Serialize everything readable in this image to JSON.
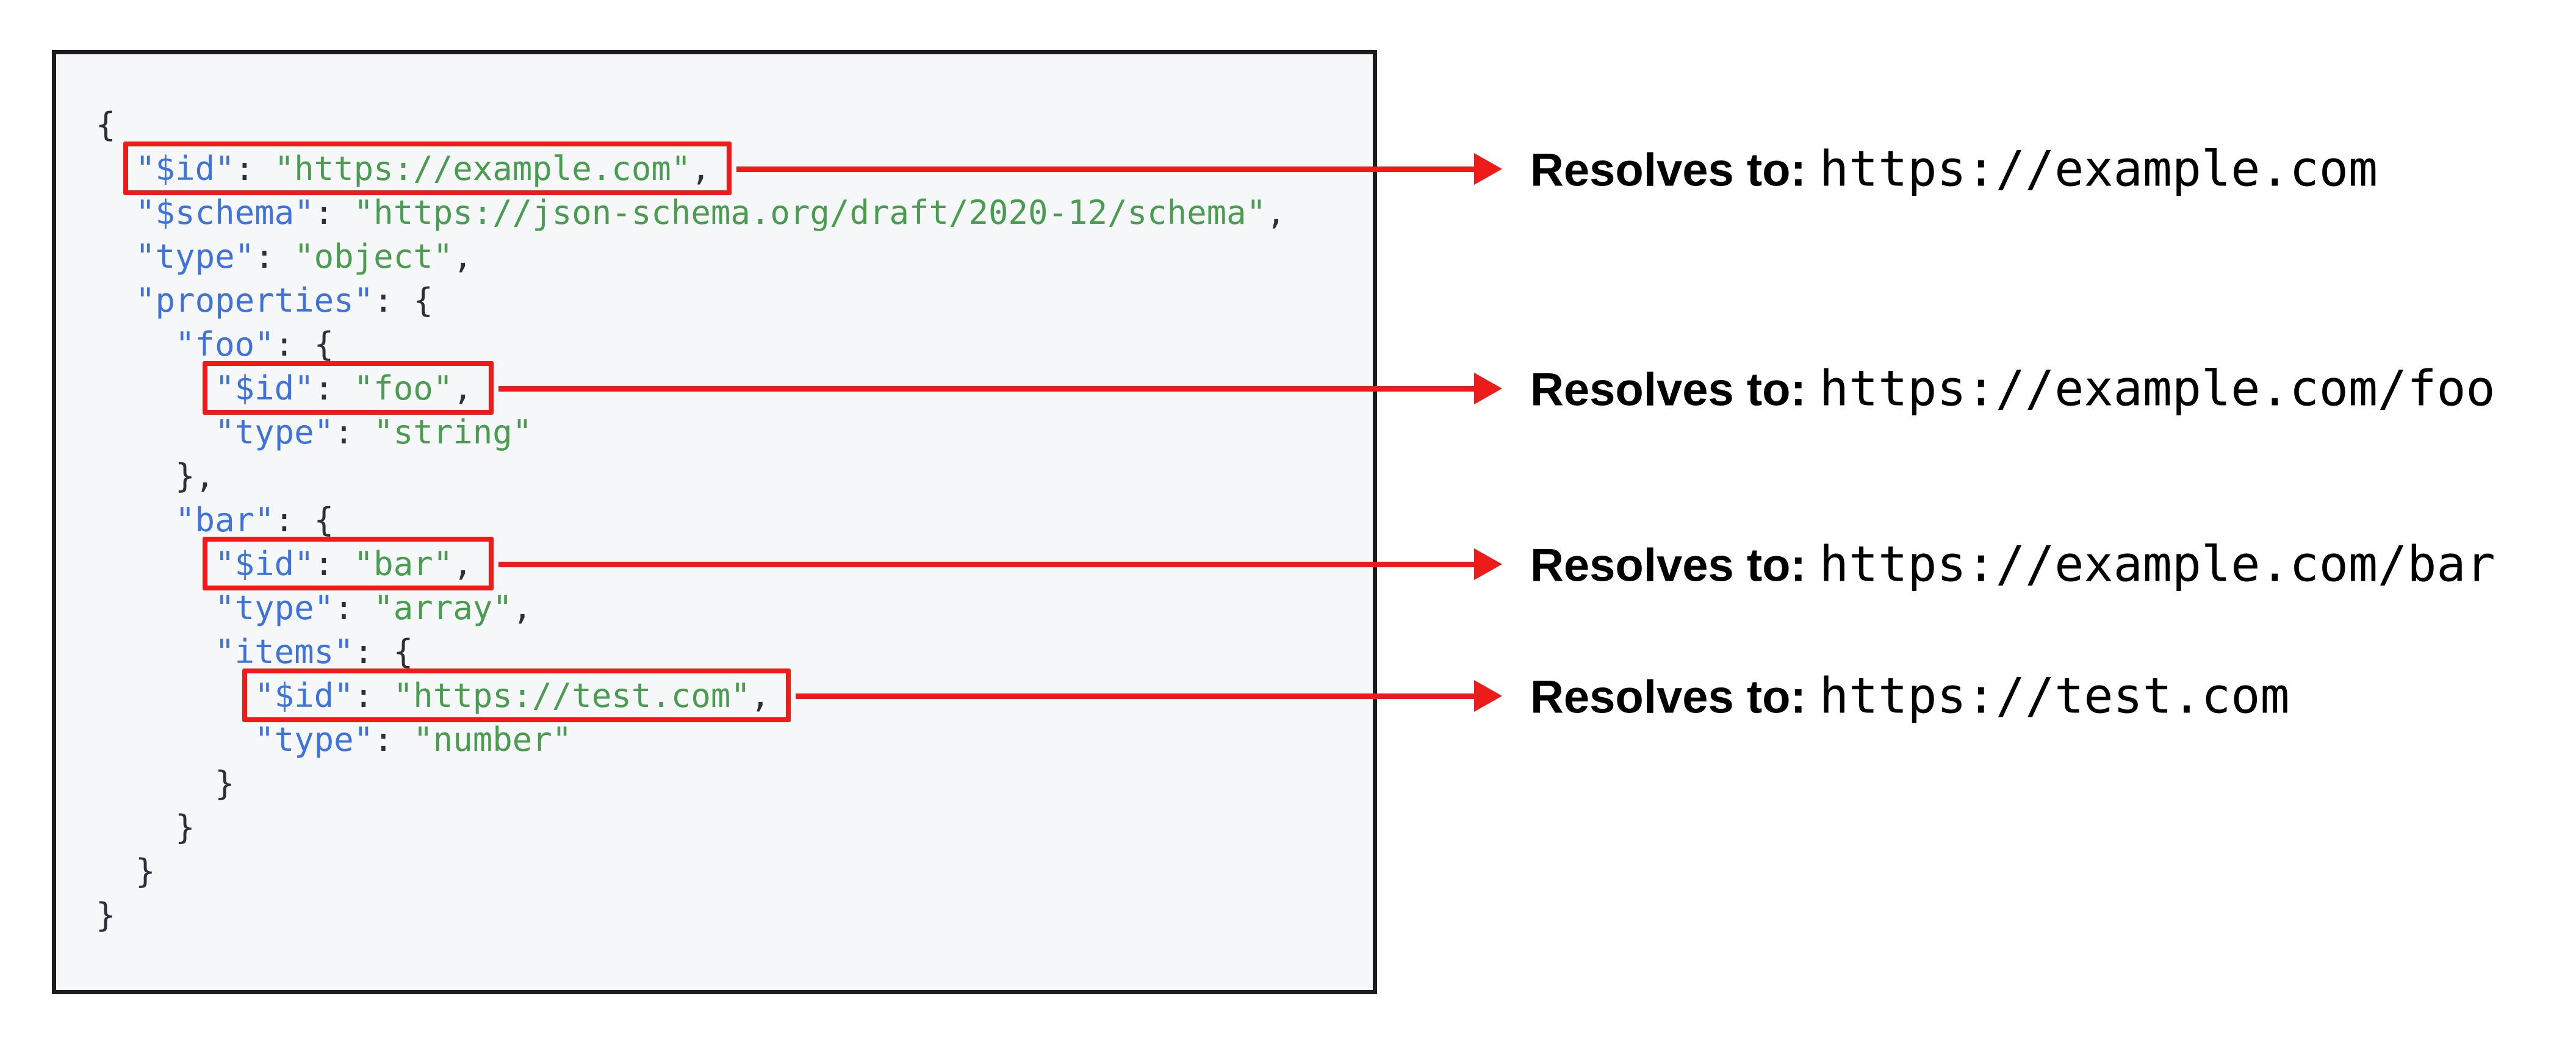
{
  "colors": {
    "key_blue": "#3f73dc",
    "string_green": "#4a9c50",
    "punctuation": "#2b2f36",
    "highlight_red": "#ee1b1b",
    "code_background": "#f6f7f8",
    "code_border": "#1c1c1c"
  },
  "code": {
    "language": "json",
    "lines": [
      {
        "indent": 0,
        "segs": [
          [
            "p",
            "{"
          ]
        ]
      },
      {
        "indent": 2,
        "hl": 0,
        "segs": [
          [
            "k",
            "\"$id\""
          ],
          [
            "p",
            ": "
          ],
          [
            "s",
            "\"https://example.com\""
          ],
          [
            "p",
            ","
          ]
        ]
      },
      {
        "indent": 2,
        "segs": [
          [
            "k",
            "\"$schema\""
          ],
          [
            "p",
            ": "
          ],
          [
            "s",
            "\"https://json-schema.org/draft/2020-12/schema\""
          ],
          [
            "p",
            ","
          ]
        ]
      },
      {
        "indent": 2,
        "segs": [
          [
            "k",
            "\"type\""
          ],
          [
            "p",
            ": "
          ],
          [
            "s",
            "\"object\""
          ],
          [
            "p",
            ","
          ]
        ]
      },
      {
        "indent": 2,
        "segs": [
          [
            "k",
            "\"properties\""
          ],
          [
            "p",
            ": {"
          ]
        ]
      },
      {
        "indent": 4,
        "segs": [
          [
            "k",
            "\"foo\""
          ],
          [
            "p",
            ": {"
          ]
        ]
      },
      {
        "indent": 6,
        "hl": 1,
        "segs": [
          [
            "k",
            "\"$id\""
          ],
          [
            "p",
            ": "
          ],
          [
            "s",
            "\"foo\""
          ],
          [
            "p",
            ","
          ]
        ]
      },
      {
        "indent": 6,
        "segs": [
          [
            "k",
            "\"type\""
          ],
          [
            "p",
            ": "
          ],
          [
            "s",
            "\"string\""
          ]
        ]
      },
      {
        "indent": 4,
        "segs": [
          [
            "p",
            "},"
          ]
        ]
      },
      {
        "indent": 4,
        "segs": [
          [
            "k",
            "\"bar\""
          ],
          [
            "p",
            ": {"
          ]
        ]
      },
      {
        "indent": 6,
        "hl": 2,
        "segs": [
          [
            "k",
            "\"$id\""
          ],
          [
            "p",
            ": "
          ],
          [
            "s",
            "\"bar\""
          ],
          [
            "p",
            ","
          ]
        ]
      },
      {
        "indent": 6,
        "segs": [
          [
            "k",
            "\"type\""
          ],
          [
            "p",
            ": "
          ],
          [
            "s",
            "\"array\""
          ],
          [
            "p",
            ","
          ]
        ]
      },
      {
        "indent": 6,
        "segs": [
          [
            "k",
            "\"items\""
          ],
          [
            "p",
            ": {"
          ]
        ]
      },
      {
        "indent": 8,
        "hl": 3,
        "segs": [
          [
            "k",
            "\"$id\""
          ],
          [
            "p",
            ": "
          ],
          [
            "s",
            "\"https://test.com\""
          ],
          [
            "p",
            ","
          ]
        ]
      },
      {
        "indent": 8,
        "segs": [
          [
            "k",
            "\"type\""
          ],
          [
            "p",
            ": "
          ],
          [
            "s",
            "\"number\""
          ]
        ]
      },
      {
        "indent": 6,
        "segs": [
          [
            "p",
            "}"
          ]
        ]
      },
      {
        "indent": 4,
        "segs": [
          [
            "p",
            "}"
          ]
        ]
      },
      {
        "indent": 2,
        "segs": [
          [
            "p",
            "}"
          ]
        ]
      },
      {
        "indent": 0,
        "segs": [
          [
            "p",
            "}"
          ]
        ]
      }
    ]
  },
  "annotations": [
    {
      "label": "Resolves to:",
      "value": "https://example.com"
    },
    {
      "label": "Resolves to:",
      "value": "https://example.com/foo"
    },
    {
      "label": "Resolves to:",
      "value": "https://example.com/bar"
    },
    {
      "label": "Resolves to:",
      "value": "https://test.com"
    }
  ]
}
